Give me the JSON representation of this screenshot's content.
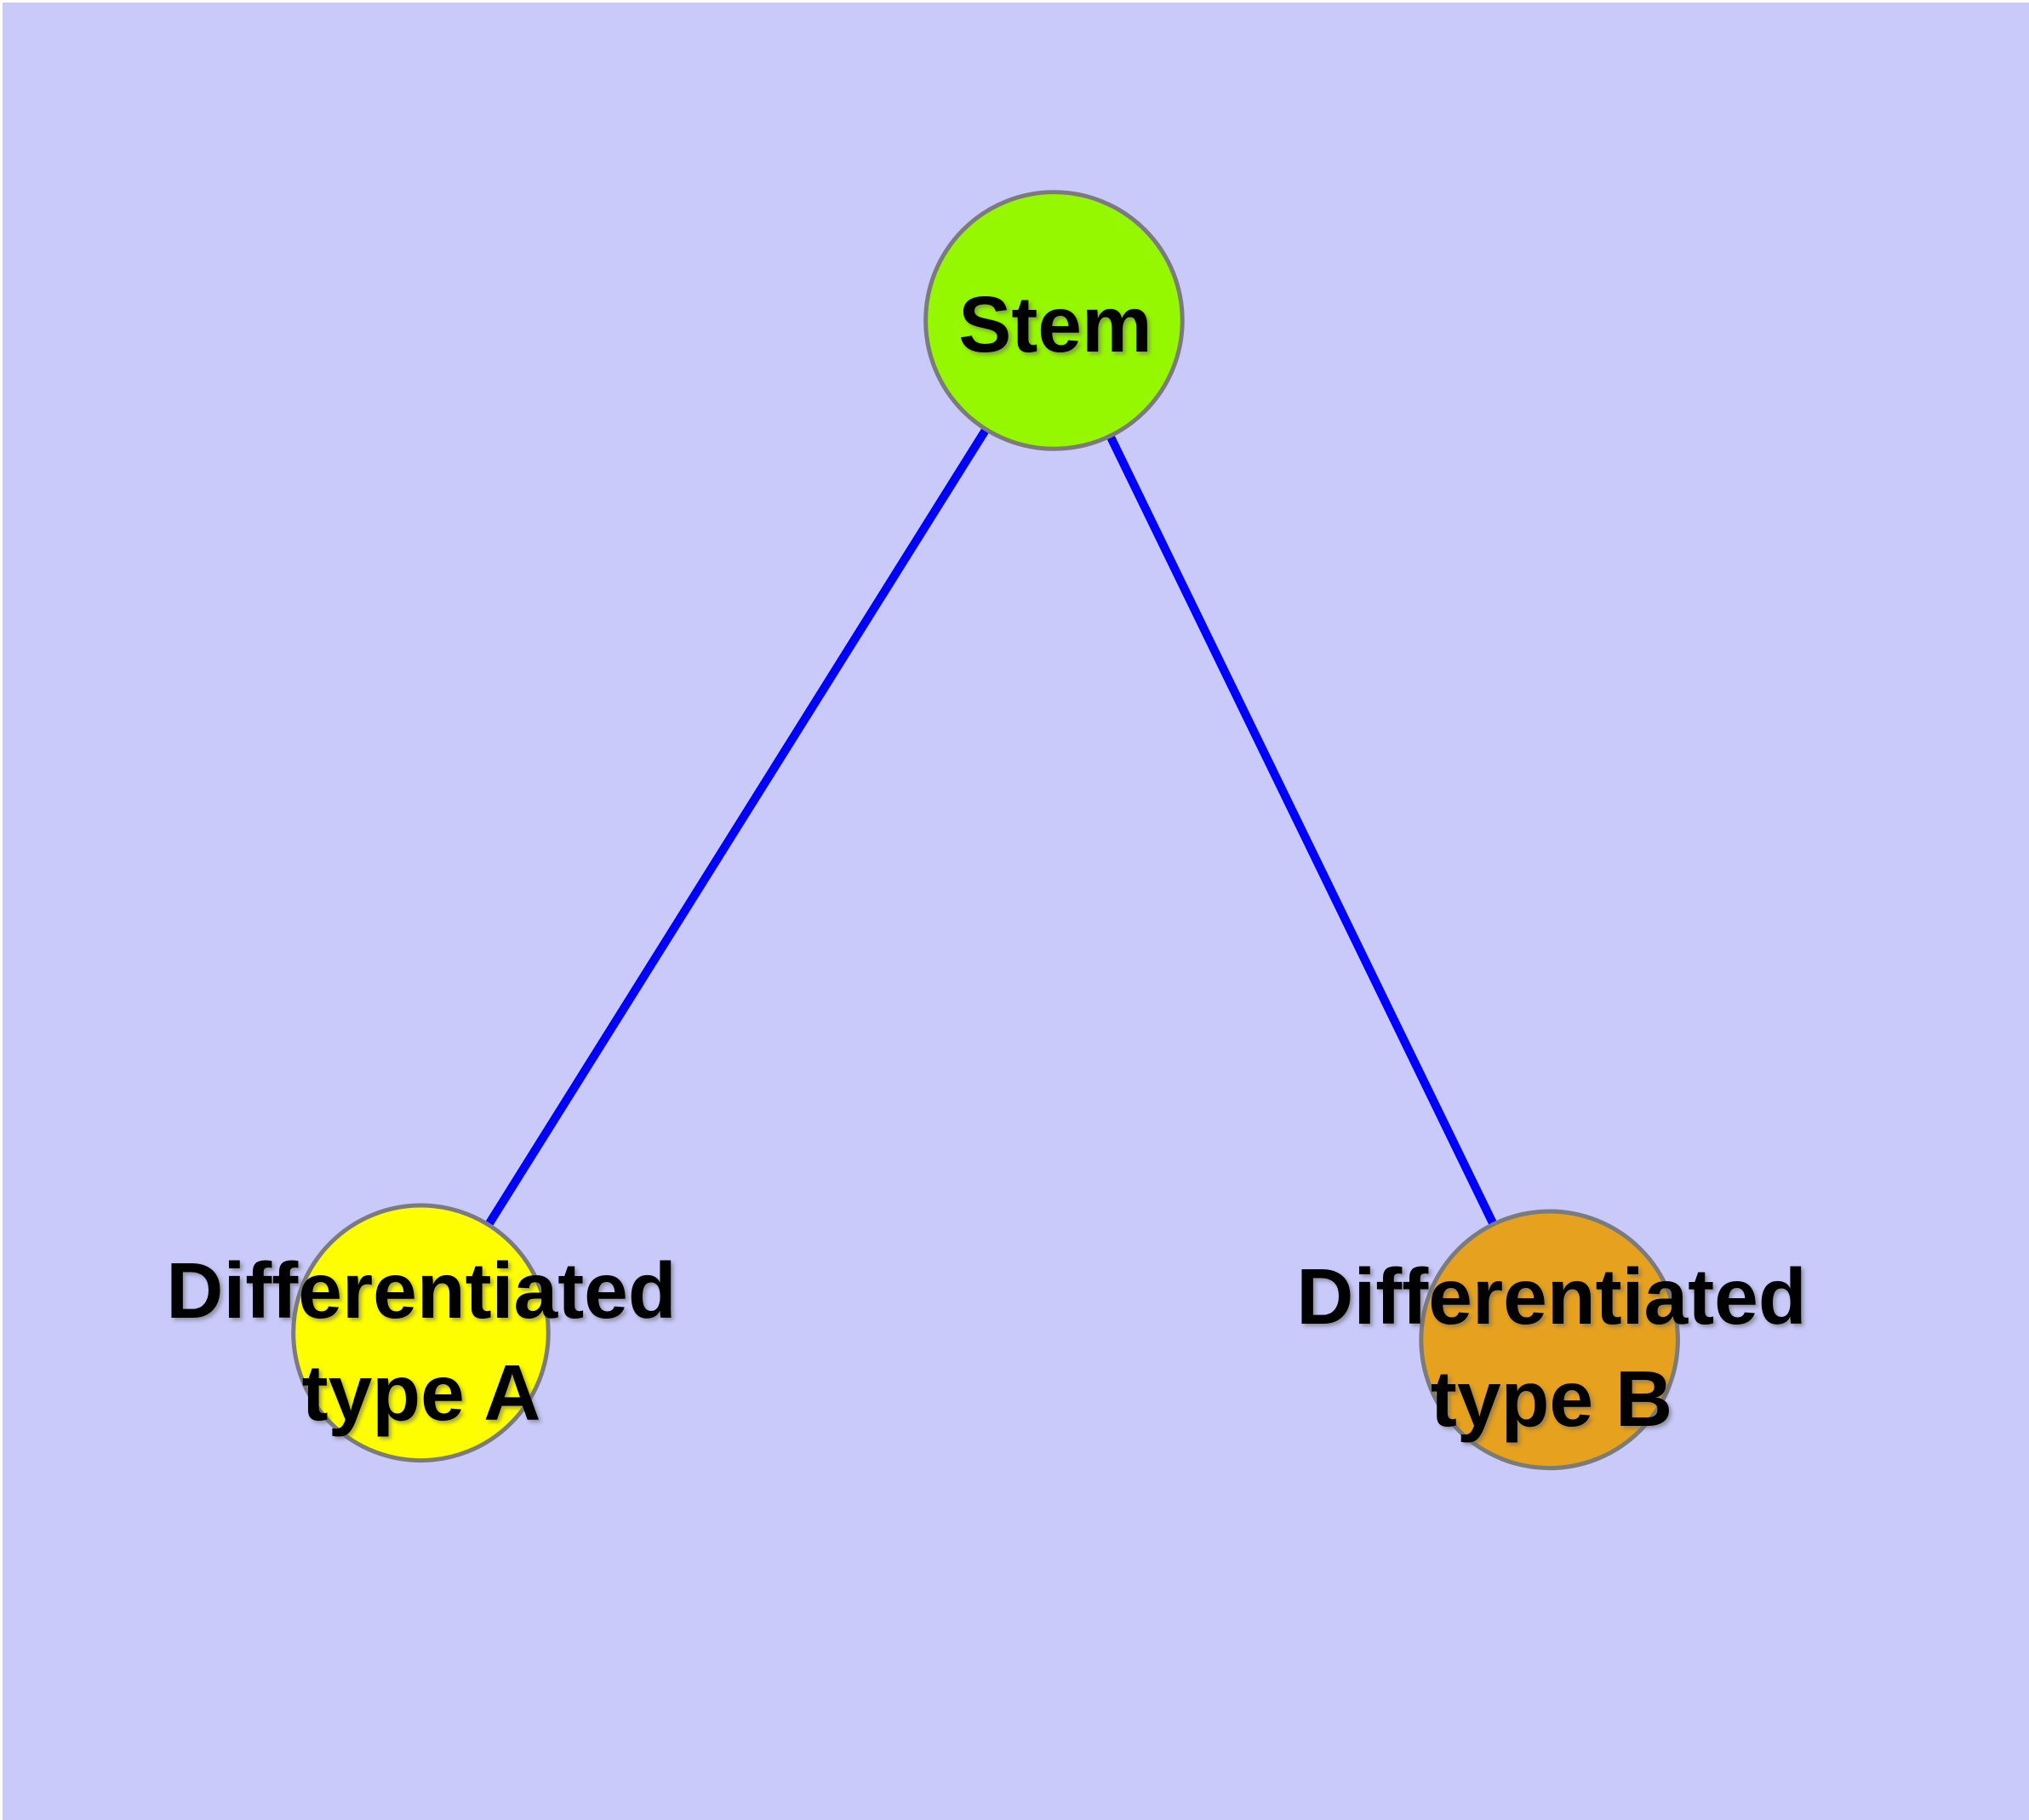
{
  "colors": {
    "background": "#C9C9FA",
    "edge": "#0000FF",
    "node_border": "#7B7B7B",
    "label_text": "#000000",
    "stem_fill": "#95F800",
    "type_a_fill": "#FEFE00",
    "type_b_fill": "#E6A11F"
  },
  "nodes": {
    "stem": {
      "label": "Stem",
      "fill": "#95F800"
    },
    "type_a": {
      "line1": "Differentiated",
      "line2": "type A",
      "fill": "#FEFE00"
    },
    "type_b": {
      "line1": "Differentiated",
      "line2": "type B",
      "fill": "#E6A11F"
    }
  },
  "edges": [
    {
      "from": "stem",
      "to": "type_a"
    },
    {
      "from": "stem",
      "to": "type_b"
    }
  ]
}
